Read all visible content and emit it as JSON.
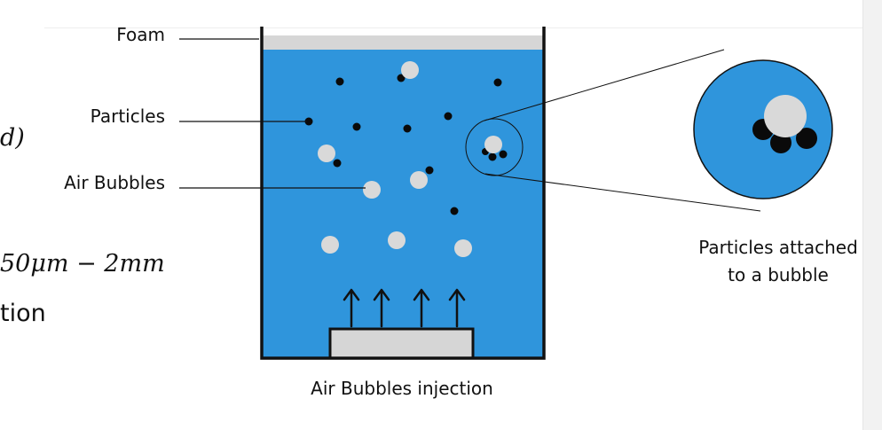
{
  "labels": {
    "foam": "Foam",
    "particles": "Particles",
    "air_bubbles": "Air Bubbles",
    "injection": "Air Bubbles injection",
    "attached_line1": "Particles attached",
    "attached_line2": "to a bubble"
  },
  "left_fragments": {
    "fragment_1": "d)",
    "fragment_2": "50μm − 2mm",
    "fragment_3": "tion"
  },
  "colors": {
    "water": "#2f95dc",
    "foam": "#d6d6d6",
    "bubble": "#d9d9d9",
    "particle": "#0a0a0a",
    "outline": "#111111"
  }
}
